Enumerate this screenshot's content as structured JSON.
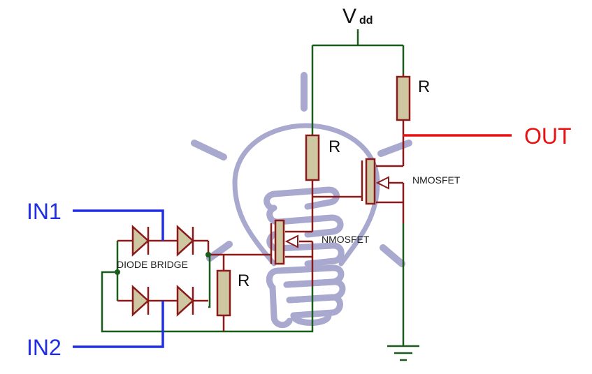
{
  "diagram": {
    "supply_label": "V",
    "supply_subscript": "dd",
    "output_label": "OUT",
    "input1_label": "IN1",
    "input2_label": "IN2",
    "bridge_label": "DIODE BRIDGE",
    "resistor_top_label": "R",
    "resistor_mid_label": "R",
    "resistor_low_label": "R",
    "mosfet_upper_label": "NMOSFET",
    "mosfet_lower_label": "NMOSFET"
  },
  "colors": {
    "wire_green": "#1a5c1a",
    "component_maroon": "#8b1a1a",
    "resistor_fill": "#cfc6a2",
    "input_blue": "#1f2ee6",
    "output_red": "#e81010",
    "bulb_watermark": "#a9a9cf"
  }
}
